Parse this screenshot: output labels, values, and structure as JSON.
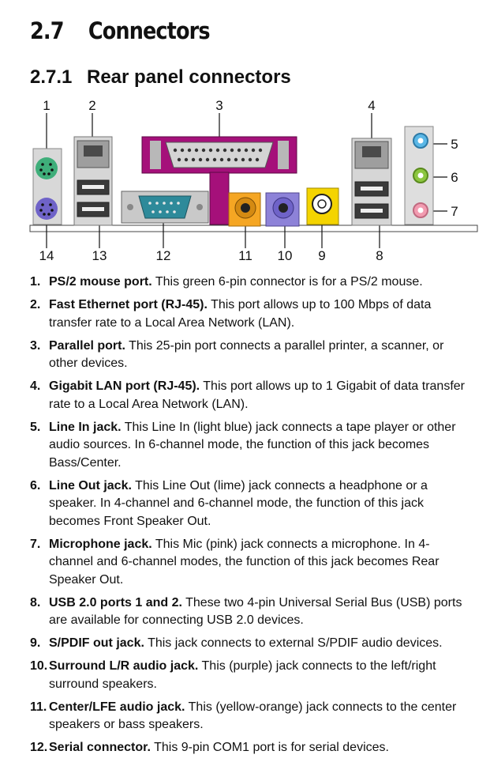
{
  "section": {
    "number": "2.7",
    "title": "Connectors"
  },
  "subsection": {
    "number": "2.7.1",
    "title": "Rear panel connectors"
  },
  "diagram": {
    "top_labels": [
      "1",
      "2",
      "3",
      "4",
      "5",
      "6",
      "7"
    ],
    "bottom_labels": [
      "14",
      "13",
      "12",
      "11",
      "10",
      "9",
      "8"
    ],
    "colors": {
      "ps2_mouse": "#3fae7a",
      "ps2_keyboard": "#6f63c8",
      "parallel": "#a5107a",
      "serial": "#2e8a9a",
      "line_in": "#5ab7e6",
      "line_out": "#8cc63f",
      "mic": "#f29bb0",
      "center_lfe": "#f5a623",
      "surround": "#8d82d8",
      "spdif": "#f4d400"
    }
  },
  "items": [
    {
      "num": "1.",
      "title": "PS/2 mouse port.",
      "desc": " This green 6-pin connector is for a PS/2 mouse."
    },
    {
      "num": "2.",
      "title": "Fast Ethernet port (RJ-45).",
      "desc": " This port allows up to 100 Mbps of data transfer rate to a Local Area Network (LAN)."
    },
    {
      "num": "3.",
      "title": "Parallel port.",
      "desc": " This 25-pin port connects a parallel printer, a scanner, or other devices."
    },
    {
      "num": "4.",
      "title": "Gigabit LAN port (RJ-45).",
      "desc": " This port allows up to 1 Gigabit of data transfer rate to a Local Area Network (LAN)."
    },
    {
      "num": "5.",
      "title": "Line In jack.",
      "desc": " This Line In (light blue) jack connects a tape player or other audio sources. In 6-channel mode, the function of this jack becomes Bass/Center."
    },
    {
      "num": "6.",
      "title": "Line Out jack.",
      "desc": " This Line Out (lime) jack connects a headphone or a speaker. In 4-channel and 6-channel mode, the function of this jack becomes Front Speaker Out."
    },
    {
      "num": "7.",
      "title": "Microphone jack.",
      "desc": " This Mic (pink) jack connects a microphone. In 4-channel and 6-channel modes, the function of this jack becomes Rear Speaker Out."
    },
    {
      "num": "8.",
      "title": "USB 2.0 ports 1 and 2.",
      "desc": " These two 4-pin Universal Serial Bus (USB) ports are available for connecting USB 2.0 devices."
    },
    {
      "num": "9.",
      "title": "S/PDIF out jack.",
      "desc": " This jack connects to external S/PDIF audio devices."
    },
    {
      "num": "10.",
      "title": "Surround L/R audio jack.",
      "desc": " This (purple) jack connects to the left/right surround speakers."
    },
    {
      "num": "11.",
      "title": "Center/LFE audio jack.",
      "desc": " This (yellow-orange) jack connects to the center speakers or bass speakers."
    },
    {
      "num": "12.",
      "title": "Serial connector.",
      "desc": " This 9-pin COM1 port is for serial devices."
    }
  ]
}
